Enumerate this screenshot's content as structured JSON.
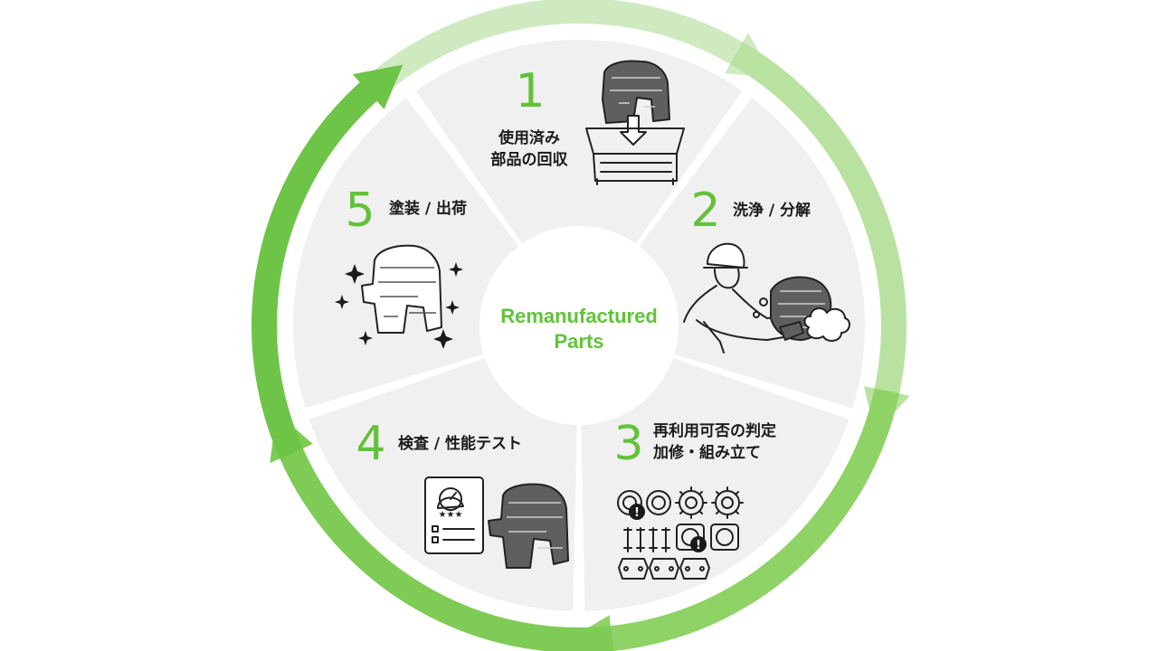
{
  "center": {
    "line1": "Remanufactured",
    "line2": "Parts"
  },
  "steps": [
    {
      "number": "1",
      "lines": [
        "使用済み",
        "部品の回収"
      ]
    },
    {
      "number": "2",
      "lines": [
        "洗浄 / 分解"
      ]
    },
    {
      "number": "3",
      "lines": [
        "再利用可否の判定",
        "加修・組み立て"
      ]
    },
    {
      "number": "4",
      "lines": [
        "検査 / 性能テスト"
      ]
    },
    {
      "number": "5",
      "lines": [
        "塗装 / 出荷"
      ]
    }
  ],
  "colors": {
    "accent": "#62c23a",
    "arrow_light": "#cfeac0",
    "arrow_dark": "#7ecb55",
    "wedge": "#f0f0f0",
    "center_disc": "#ffffff"
  },
  "icons": [
    "collection-bin-icon",
    "worker-cleaning-icon",
    "parts-inspection-icon",
    "inspection-checklist-icon",
    "painted-part-sparkle-icon"
  ]
}
